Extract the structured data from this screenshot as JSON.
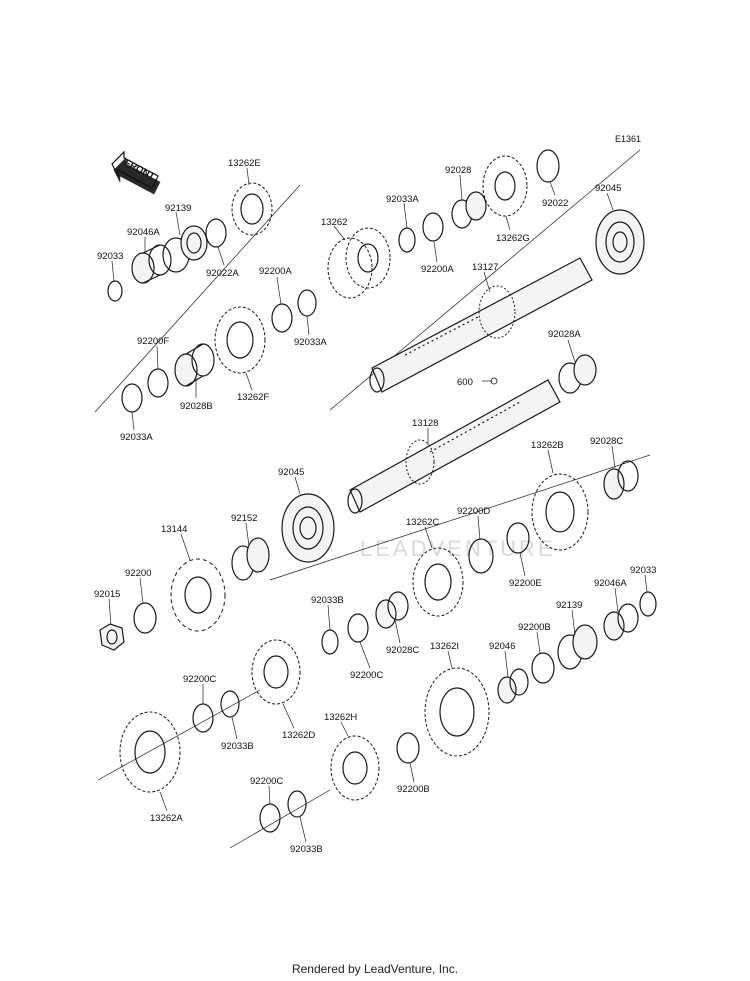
{
  "figure_id": "E1361",
  "front_label": "FRONT",
  "footer": "Rendered by LeadVenture, Inc.",
  "watermark": "LEADVENTURE",
  "parts": {
    "p13262E": "13262E",
    "p92139_top": "92139",
    "p92046A_top": "92046A",
    "p92033_top": "92033",
    "p92022A": "92022A",
    "p13262": "13262",
    "p92033A_a": "92033A",
    "p92028": "92028",
    "p92022": "92022",
    "p92045_top": "92045",
    "p13262G": "13262G",
    "p92200A_a": "92200A",
    "p13127": "13127",
    "p92200A_b": "92200A",
    "p92033A_b": "92033A",
    "p92200F": "92200F",
    "p92028B": "92028B",
    "p13262F": "13262F",
    "p92033A_c": "92033A",
    "p92028A": "92028A",
    "p600": "600",
    "p13128": "13128",
    "p13262B": "13262B",
    "p92028C_a": "92028C",
    "p92045_mid": "92045",
    "p92152": "92152",
    "p92200D": "92200D",
    "p13262C": "13262C",
    "p13144": "13144",
    "p92200E": "92200E",
    "p92200": "92200",
    "p92015": "92015",
    "p92033B_a": "92033B",
    "p92028C_b": "92028C",
    "p92200C_a": "92200C",
    "p92033_bot": "92033",
    "p92046A_bot": "92046A",
    "p92139_bot": "92139",
    "p92200B_a": "92200B",
    "p13262I": "13262I",
    "p92046": "92046",
    "p92200C_b": "92200C",
    "p92033B_b": "92033B",
    "p13262D": "13262D",
    "p13262H": "13262H",
    "p92200B_b": "92200B",
    "p13262A": "13262A",
    "p92200C_c": "92200C",
    "p92033B_c": "92033B"
  }
}
